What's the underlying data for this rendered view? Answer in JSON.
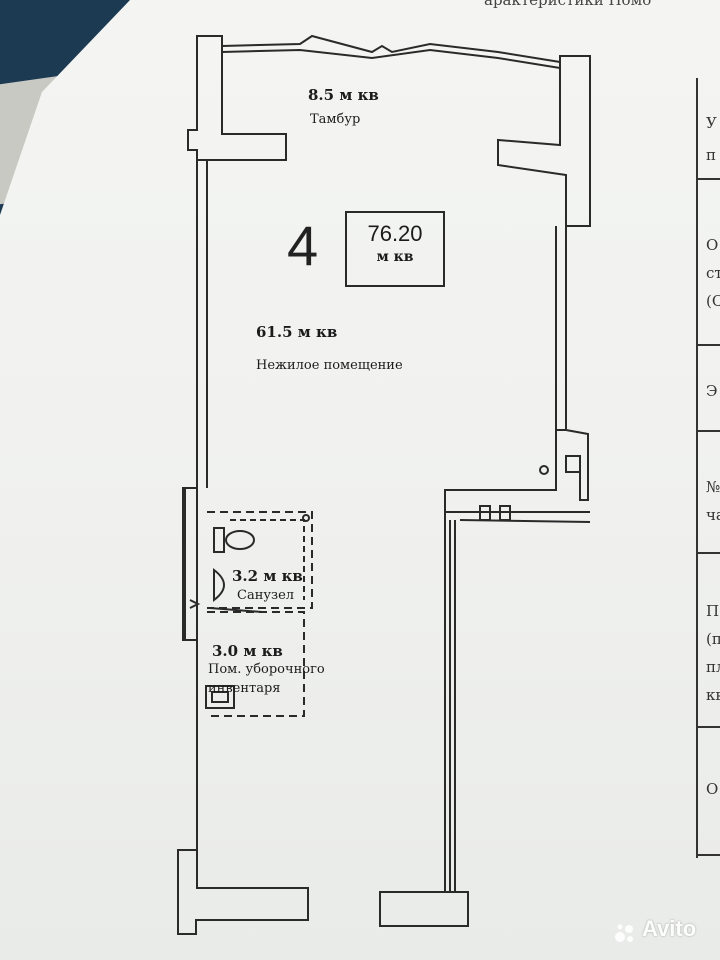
{
  "header_fragment": "арактеристики Помо",
  "unit": {
    "number": "4",
    "area_value": "76.20",
    "area_unit": "м кв"
  },
  "rooms": [
    {
      "id": "vestibule",
      "area": "8.5 м кв",
      "name": "Тамбур"
    },
    {
      "id": "main",
      "area": "61.5 м кв",
      "name": "Нежилое помещение"
    },
    {
      "id": "bathroom",
      "area": "3.2 м кв",
      "name": "Санузел"
    },
    {
      "id": "storage",
      "area": "3.0 м кв",
      "name_line1": "Пом. уборочного",
      "name_line2": "инвентаря"
    }
  ],
  "table_fragment": {
    "rows": [
      {
        "lines": [
          "У",
          "п"
        ]
      },
      {
        "lines": [
          "О",
          "ст",
          "(С"
        ]
      },
      {
        "lines": [
          "Э"
        ]
      },
      {
        "lines": [
          "№",
          "ча"
        ]
      },
      {
        "lines": [
          "П",
          "(п",
          "пл",
          "кв"
        ]
      },
      {
        "lines": [
          "О"
        ]
      }
    ]
  },
  "watermark": {
    "icon": "avito-dots-icon",
    "text": "Avito"
  },
  "colors": {
    "line": "#2a2a2a",
    "paper": "#f1f2f0",
    "backdrop": "#1c3a52"
  }
}
